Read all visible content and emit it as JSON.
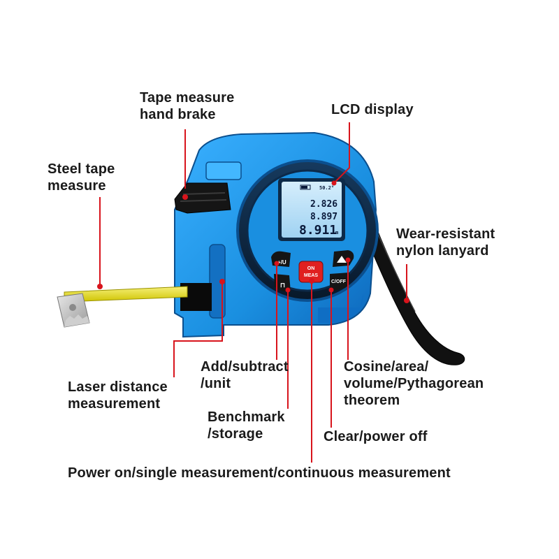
{
  "labels": {
    "hand_brake": "Tape measure\nhand brake",
    "lcd_display": "LCD display",
    "steel_tape": "Steel tape\nmeasure",
    "lanyard": "Wear-resistant\nnylon lanyard",
    "add_subtract": "Add/subtract\n/unit",
    "laser": "Laser distance\nmeasurement",
    "cosine": "Cosine/area/\nvolume/Pythagorean\ntheorem",
    "benchmark": "Benchmark\n/storage",
    "clear_power": "Clear/power off",
    "power_on": "Power on/single measurement/continuous measurement"
  },
  "lcd": {
    "status_value": "50.2°",
    "line1": "2.826",
    "line2": "8.897",
    "line3": "8.911",
    "unit": "m"
  },
  "buttons": {
    "add_unit": "+/U",
    "on_meas_1": "ON",
    "on_meas_2": "MEAS",
    "clear_off": "C/OFF"
  },
  "colors": {
    "body_blue": "#1a8fe0",
    "body_dark": "#0d5fa8",
    "ring": "#0c2a4a",
    "lcd": "#bfe2f7",
    "tape": "#e8e100",
    "leader": "#d8141c",
    "button_red": "#e02020"
  }
}
